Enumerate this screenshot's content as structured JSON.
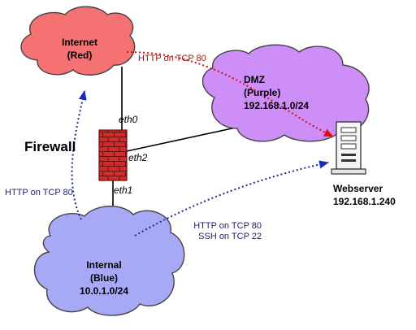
{
  "internet": {
    "name": "Internet",
    "zone": "(Red)"
  },
  "dmz": {
    "name": "DMZ",
    "zone": "(Purple)",
    "subnet": "192.168.1.0/24"
  },
  "internal": {
    "name": "Internal",
    "zone": "(Blue)",
    "subnet": "10.0.1.0/24"
  },
  "firewall": {
    "label": "Firewall"
  },
  "interfaces": {
    "eth0": "eth0",
    "eth1": "eth1",
    "eth2": "eth2"
  },
  "webserver": {
    "name": "Webserver",
    "ip": "192.168.1.240"
  },
  "flows": {
    "internet_to_web": "HTTP on TCP 80",
    "internal_to_internet": "HTTP on TCP 80",
    "internal_to_web_1": "HTTP on TCP 80",
    "internal_to_web_2": "SSH on TCP 22"
  },
  "colors": {
    "red_zone": "#f47272",
    "purple_zone": "#cd8ff7",
    "blue_zone": "#a8a9f6",
    "red_flow": "#cc1111",
    "blue_flow": "#202888",
    "brick": "#d42a2a",
    "red_text": "#8b1a1a",
    "blue_text": "#22226a"
  }
}
